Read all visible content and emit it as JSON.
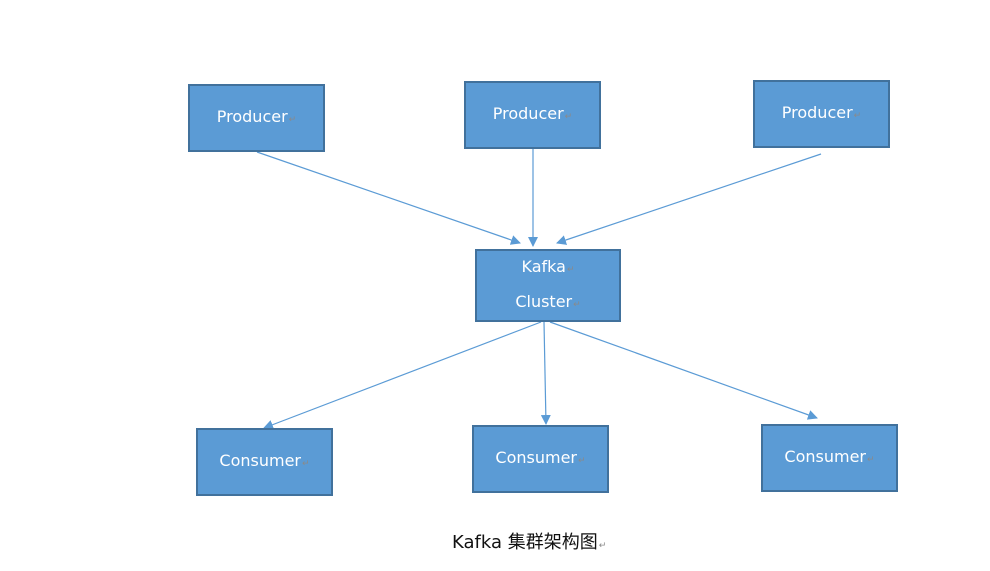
{
  "diagram": {
    "nodes": [
      {
        "id": "p1",
        "lines": [
          "Producer"
        ]
      },
      {
        "id": "p2",
        "lines": [
          "Producer"
        ]
      },
      {
        "id": "p3",
        "lines": [
          "Producer"
        ]
      },
      {
        "id": "cluster",
        "lines": [
          "Kafka",
          "Cluster"
        ]
      },
      {
        "id": "c1",
        "lines": [
          "Consumer"
        ]
      },
      {
        "id": "c2",
        "lines": [
          "Consumer"
        ]
      },
      {
        "id": "c3",
        "lines": [
          "Consumer"
        ]
      }
    ],
    "edges": [
      {
        "from": "p1",
        "to": "cluster"
      },
      {
        "from": "p2",
        "to": "cluster"
      },
      {
        "from": "p3",
        "to": "cluster"
      },
      {
        "from": "cluster",
        "to": "c1"
      },
      {
        "from": "cluster",
        "to": "c2"
      },
      {
        "from": "cluster",
        "to": "c3"
      }
    ],
    "caption": "Kafka 集群架构图",
    "colors": {
      "node_fill": "#5b9bd5",
      "node_border": "#41719c",
      "edge": "#5b9bd5"
    }
  }
}
